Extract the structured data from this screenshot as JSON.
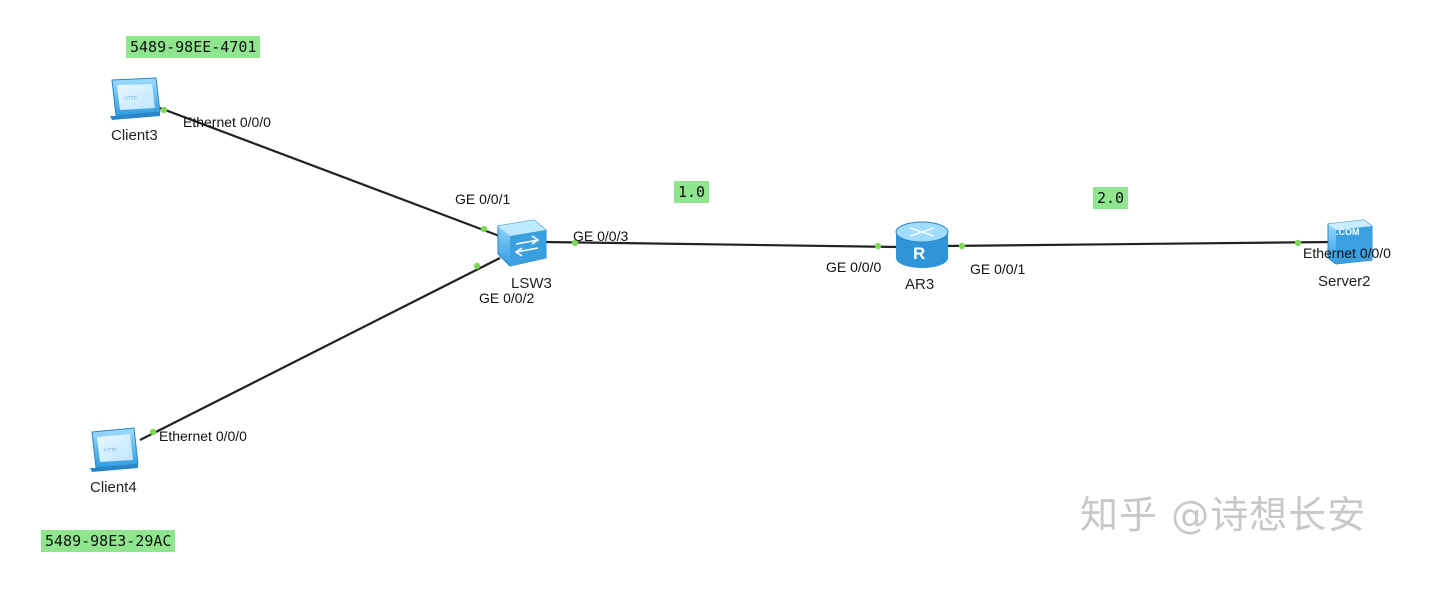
{
  "devices": {
    "client3": {
      "label": "Client3"
    },
    "client4": {
      "label": "Client4"
    },
    "switch": {
      "label": "LSW3"
    },
    "router": {
      "label": "AR3",
      "glyph": "R"
    },
    "server": {
      "label": "Server2",
      "glyph": ".COM"
    }
  },
  "ports": {
    "client3_eth": "Ethernet 0/0/0",
    "client4_eth": "Ethernet 0/0/0",
    "sw_ge1": "GE 0/0/1",
    "sw_ge2": "GE 0/0/2",
    "sw_ge3": "GE 0/0/3",
    "ar_ge0": "GE 0/0/0",
    "ar_ge1": "GE 0/0/1",
    "server_eth": "Ethernet 0/0/0"
  },
  "notes": {
    "mac_client3": "5489-98EE-4701",
    "mac_client4": "5489-98E3-29AC",
    "net_1": "1.0",
    "net_2": "2.0"
  },
  "watermark": "知乎 @诗想长安",
  "colors": {
    "link": "#222222",
    "port_dot": "#7ed957",
    "note_bg": "#8fe68f",
    "device_blue": "#3aa7e8"
  }
}
